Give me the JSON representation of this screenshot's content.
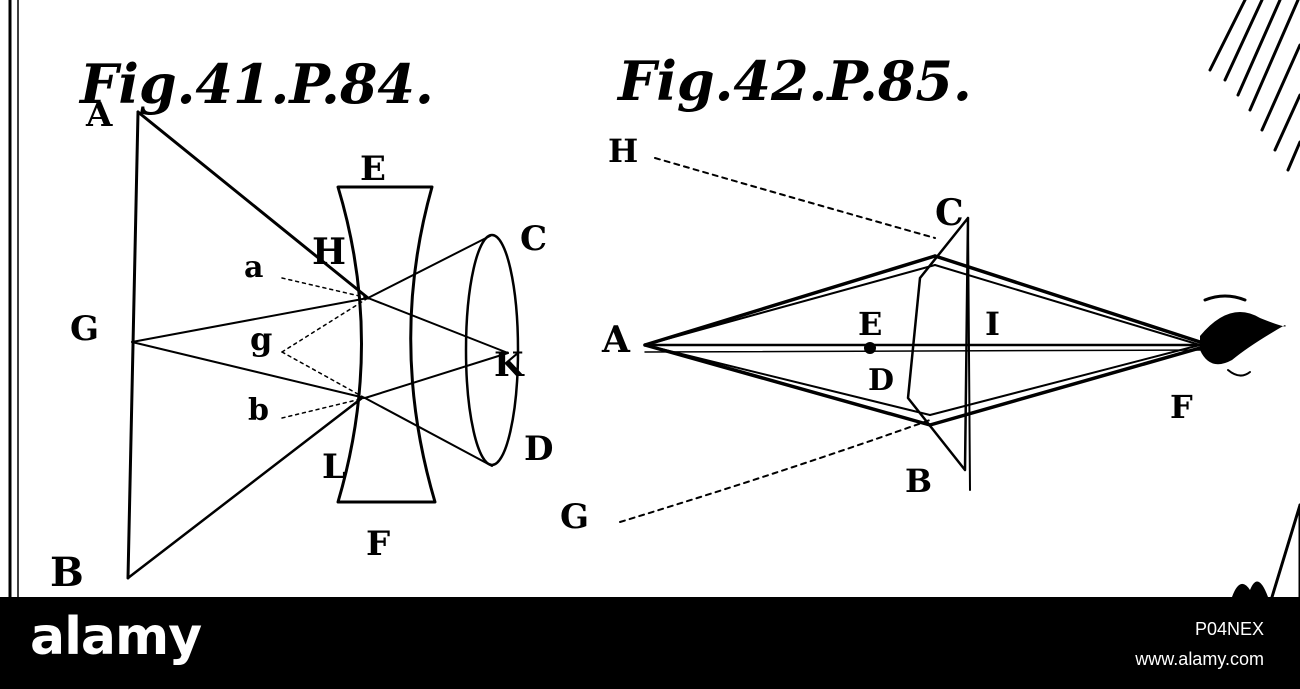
{
  "figures": [
    {
      "title": "Fig.41.P.84.",
      "labels": {
        "A": "A",
        "B": "B",
        "G": "G",
        "E": "E",
        "F": "F",
        "H": "H",
        "L": "L",
        "C": "C",
        "D": "D",
        "K": "K",
        "a": "a",
        "g": "g",
        "b": "b"
      }
    },
    {
      "title": "Fig.42.P.85.",
      "labels": {
        "H": "H",
        "C": "C",
        "A": "A",
        "E": "E",
        "I": "I",
        "D": "D",
        "B": "B",
        "F": "F",
        "G": "G"
      }
    }
  ],
  "footer": {
    "brand": "alamy",
    "image_id": "P04NEX",
    "url": "www.alamy.com"
  },
  "colors": {
    "ink": "#000000",
    "paper": "#ffffff",
    "footer": "#000000",
    "footer_text": "#ffffff"
  }
}
